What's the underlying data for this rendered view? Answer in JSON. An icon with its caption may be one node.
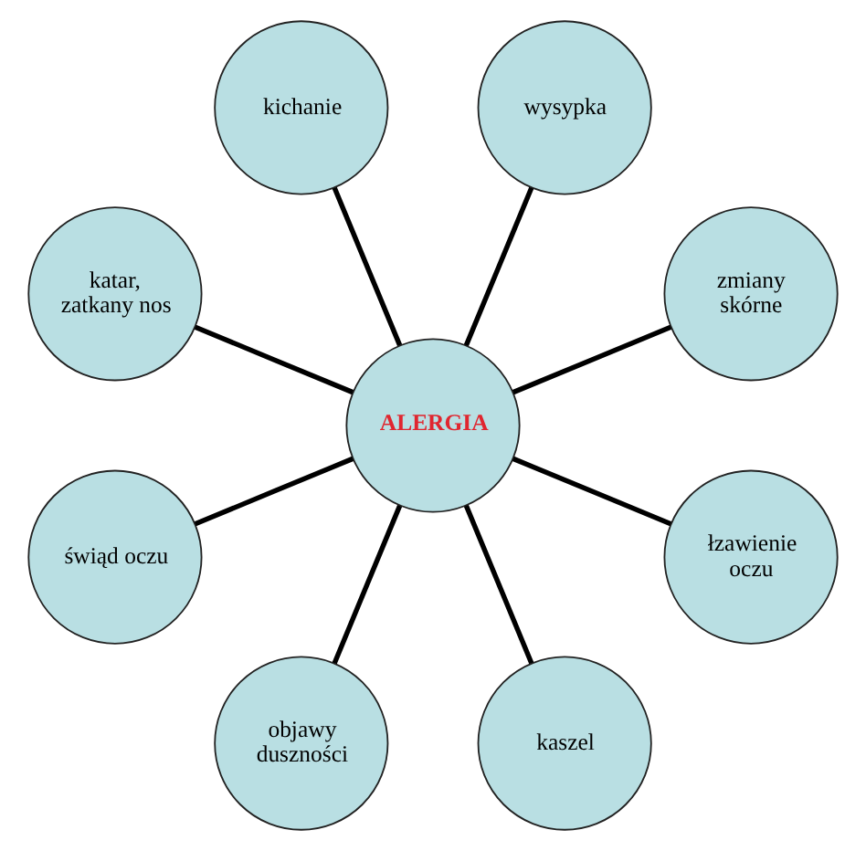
{
  "diagram": {
    "nodes": [
      {
        "text": [
          "ALERGIA"
        ]
      },
      {
        "text": [
          "kichanie"
        ]
      },
      {
        "text": [
          "wysypka"
        ]
      },
      {
        "text": [
          "zmiany skórne"
        ]
      },
      {
        "text": [
          "łzawienie oczu"
        ]
      },
      {
        "text": [
          "kaszel"
        ]
      },
      {
        "text": [
          "objawy duszności"
        ]
      },
      {
        "text": [
          "świąd oczu"
        ]
      },
      {
        "text": [
          "katar, zatkany nos"
        ]
      }
    ],
    "edges": [
      {
        "from": 0,
        "to": 1,
        "arrow": "none"
      },
      {
        "from": 0,
        "to": 2,
        "arrow": "none"
      },
      {
        "from": 0,
        "to": 3,
        "arrow": "none"
      },
      {
        "from": 0,
        "to": 4,
        "arrow": "none"
      },
      {
        "from": 0,
        "to": 5,
        "arrow": "none"
      },
      {
        "from": 0,
        "to": 6,
        "arrow": "none"
      },
      {
        "from": 0,
        "to": 7,
        "arrow": "none"
      },
      {
        "from": 0,
        "to": 8,
        "arrow": "none"
      }
    ]
  }
}
